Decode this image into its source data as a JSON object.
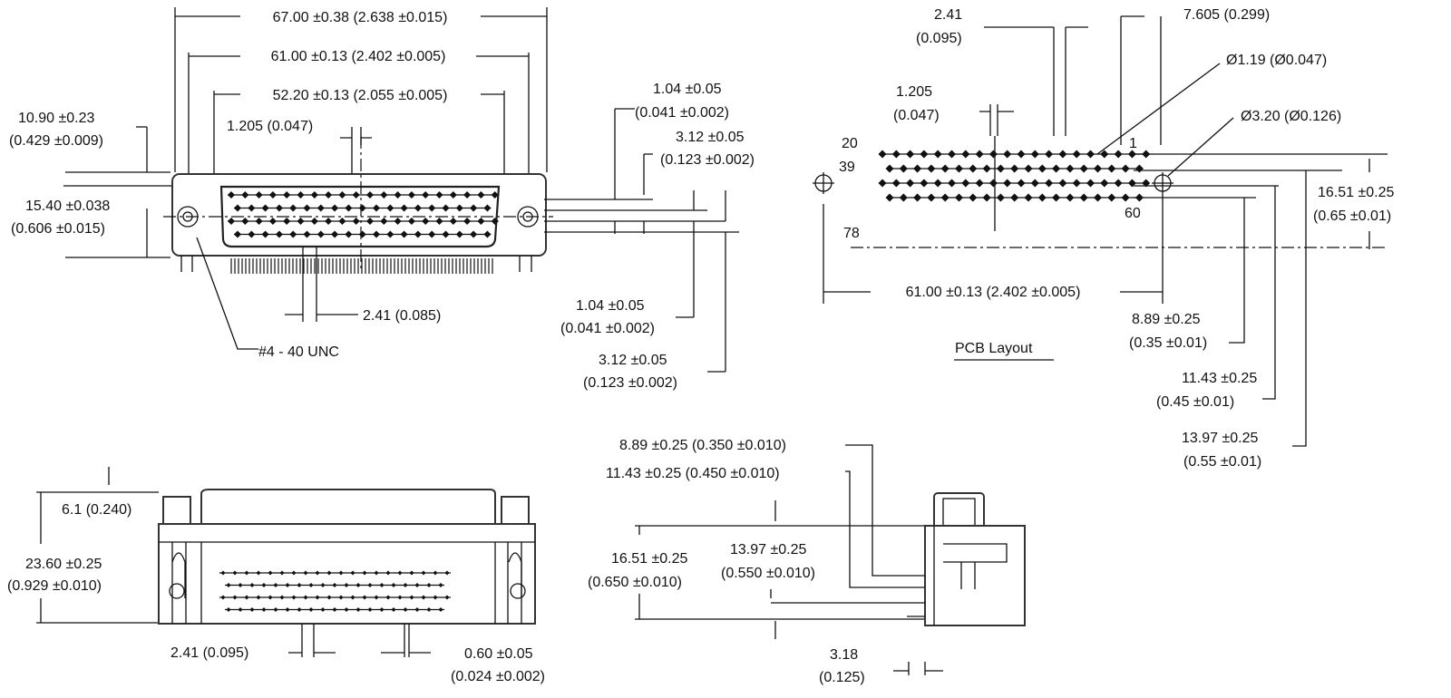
{
  "front_view": {
    "overall_width": "67.00 ±0.38 (2.638 ±0.015)",
    "mount_spacing": "61.00 ±0.13 (2.402 ±0.005)",
    "shell_width": "52.20 ±0.13 (2.055 ±0.005)",
    "pin_pitch": "1.205 (0.047)",
    "flange_height_mm": "10.90 ±0.23",
    "flange_height_in": "(0.429 ±0.009)",
    "body_height_mm": "15.40 ±0.038",
    "body_height_in": "(0.606 ±0.015)",
    "row_pitch": "2.41 (0.085)",
    "thread": "#4 - 40 UNC",
    "row_offset_1_mm": "1.04 ±0.05",
    "row_offset_1_in": "(0.041 ±0.002)",
    "row_offset_2_mm": "3.12 ±0.05",
    "row_offset_2_in": "(0.123 ±0.002)",
    "row_offset_3_mm": "1.04 ±0.05",
    "row_offset_3_in": "(0.041 ±0.002)",
    "row_offset_4_mm": "3.12 ±0.05",
    "row_offset_4_in": "(0.123 ±0.002)"
  },
  "pcb_layout": {
    "title": "PCB Layout",
    "row_pitch_mm": "2.41",
    "row_pitch_in": "(0.095)",
    "edge_offset": "7.605 (0.299)",
    "pin_hole": "Ø1.19 (Ø0.047)",
    "pin_pitch_mm": "1.205",
    "pin_pitch_in": "(0.047)",
    "mount_hole": "Ø3.20 (Ø0.126)",
    "pin_labels": {
      "p20": "20",
      "p39": "39",
      "p78": "78",
      "p1": "1",
      "p60": "60"
    },
    "height_mm": "16.51 ±0.25",
    "height_in": "(0.65 ±0.01)",
    "hole_spacing": "61.00 ±0.13 (2.402 ±0.005)",
    "d1_mm": "8.89 ±0.25",
    "d1_in": "(0.35 ±0.01)",
    "d2_mm": "11.43 ±0.25",
    "d2_in": "(0.45 ±0.01)",
    "d3_mm": "13.97 ±0.25",
    "d3_in": "(0.55 ±0.01)"
  },
  "bottom_view": {
    "standoff": "6.1 (0.240)",
    "height_mm": "23.60 ±0.25",
    "height_in": "(0.929 ±0.010)",
    "row_pitch": "2.41 (0.095)",
    "pin_dia_mm": "0.60 ±0.05",
    "pin_dia_in": "(0.024 ±0.002)"
  },
  "side_view": {
    "d1": "8.89 ±0.25 (0.350 ±0.010)",
    "d2": "11.43 ±0.25 (0.450 ±0.010)",
    "height_mm": "16.51 ±0.25",
    "height_in": "(0.650 ±0.010)",
    "d3_mm": "13.97 ±0.25",
    "d3_in": "(0.550 ±0.010)",
    "pitch_mm": "3.18",
    "pitch_in": "(0.125)"
  }
}
